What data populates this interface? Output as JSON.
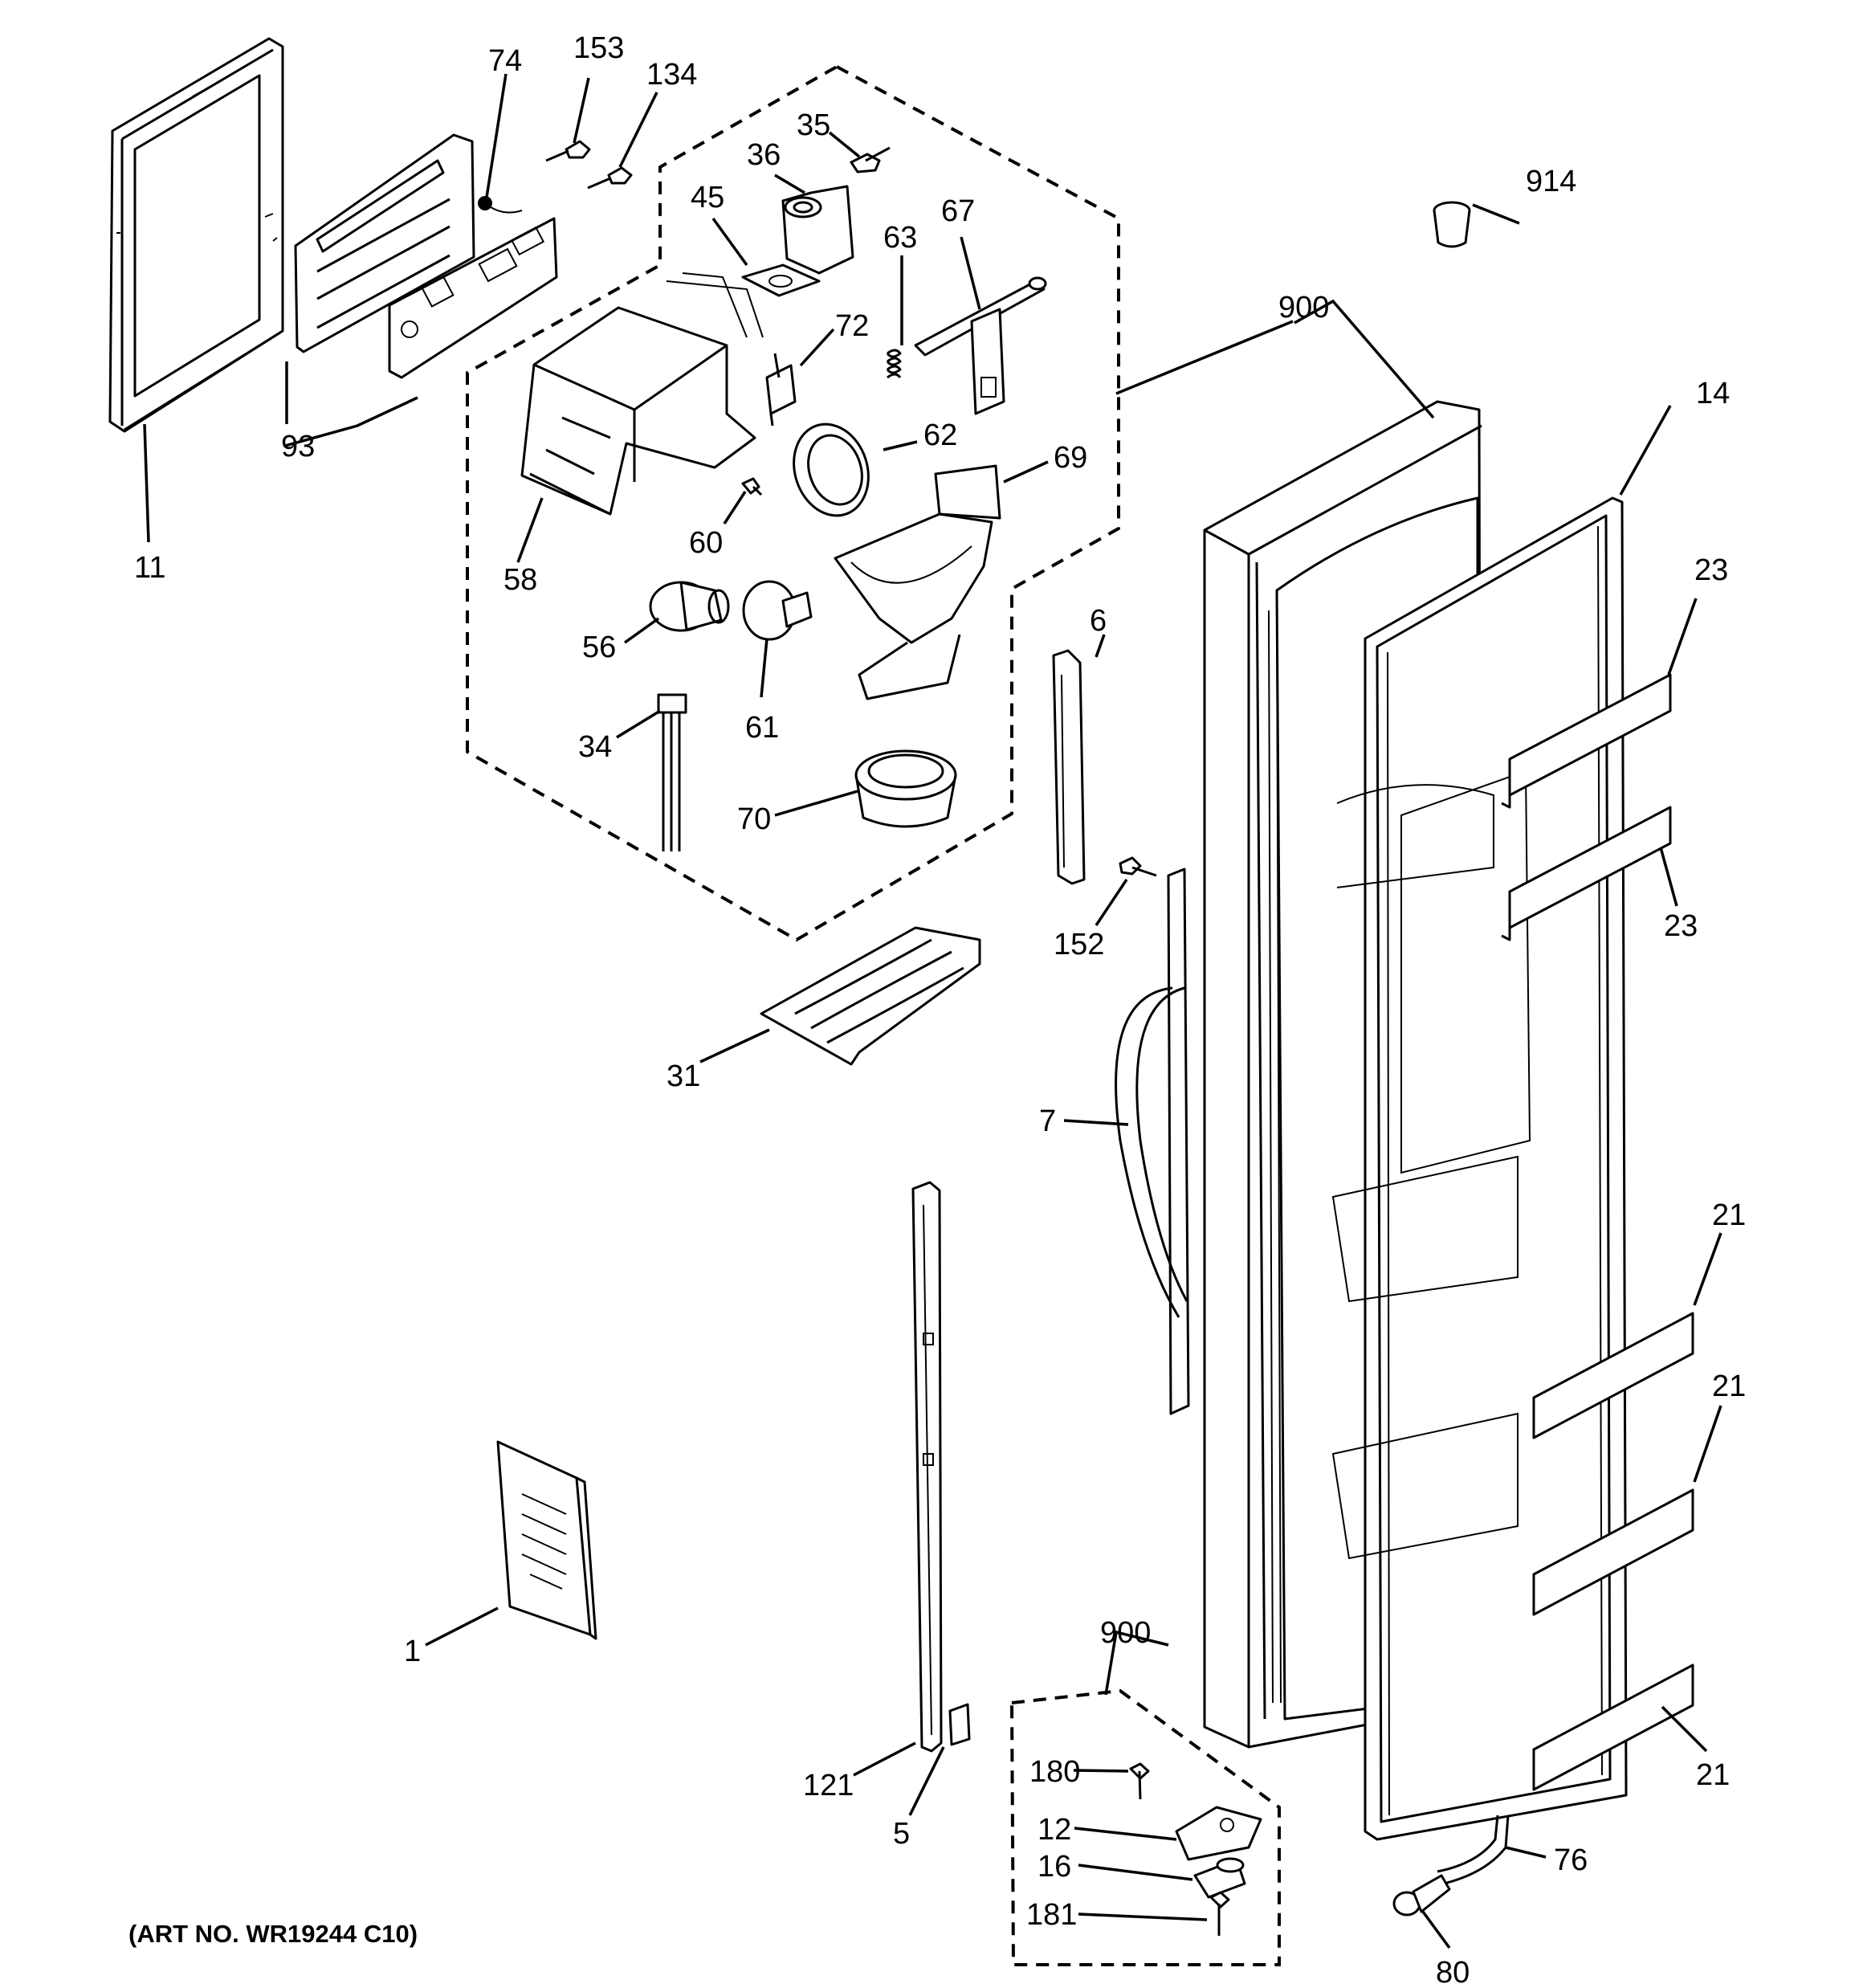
{
  "art_number": "(ART NO. WR19244 C10)",
  "callouts": {
    "c1": "1",
    "c5": "5",
    "c6": "6",
    "c7": "7",
    "c11": "11",
    "c12": "12",
    "c14": "14",
    "c16": "16",
    "c21a": "21",
    "c21b": "21",
    "c21c": "21",
    "c23a": "23",
    "c23b": "23",
    "c31": "31",
    "c34": "34",
    "c35": "35",
    "c36": "36",
    "c45": "45",
    "c56": "56",
    "c58": "58",
    "c60": "60",
    "c61": "61",
    "c62": "62",
    "c63": "63",
    "c67": "67",
    "c69": "69",
    "c70": "70",
    "c72": "72",
    "c74": "74",
    "c76": "76",
    "c80": "80",
    "c93": "93",
    "c121": "121",
    "c134": "134",
    "c152": "152",
    "c153": "153",
    "c180": "180",
    "c181": "181",
    "c900a": "900",
    "c900b": "900",
    "c914": "914"
  }
}
